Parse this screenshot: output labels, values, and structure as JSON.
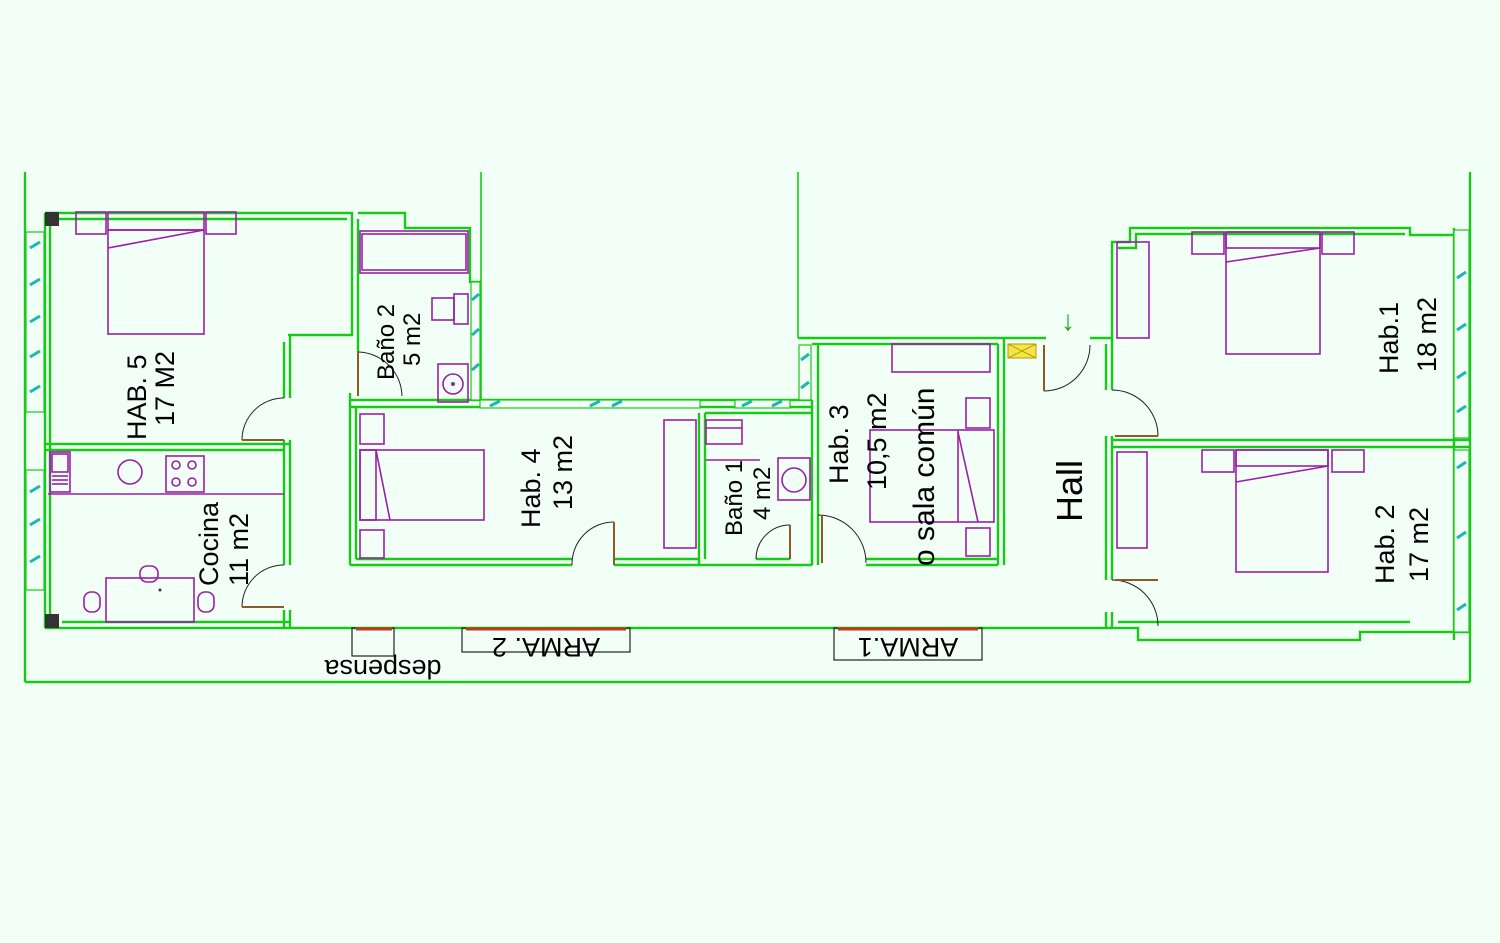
{
  "plan": {
    "rooms": {
      "hab5": {
        "name": "HAB. 5",
        "area": "17 M2"
      },
      "bano2": {
        "name": "Baño 2",
        "area": "5 m2"
      },
      "cocina": {
        "name": "Cocina",
        "area": "11 m2"
      },
      "hab4": {
        "name": "Hab. 4",
        "area": "13 m2"
      },
      "bano1": {
        "name": "Baño 1",
        "area": "4 m2"
      },
      "hab3": {
        "name": "Hab. 3",
        "area": "10,5 m2",
        "alt": "o sala común"
      },
      "hall": {
        "name": "Hall"
      },
      "hab1": {
        "name": "Hab.1",
        "area": "18 m2"
      },
      "hab2": {
        "name": "Hab. 2",
        "area": "17 m2"
      }
    },
    "closets": {
      "arma2": "ARMA. 2",
      "arma1": "ARMA.1"
    },
    "pantry": "despensa",
    "entry_arrow": "↓"
  },
  "colors": {
    "background": "#f2fff6",
    "walls": "#19c919",
    "furniture": "#9b1fa8",
    "glass": "#1bb7b7",
    "panel": "#f4e64a"
  }
}
